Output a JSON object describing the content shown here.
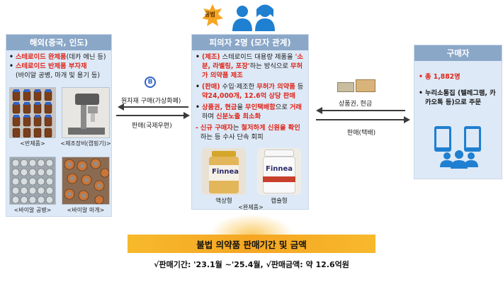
{
  "suspect_badge": "공범",
  "left": {
    "title": "해외(중국, 인도)",
    "item1_red": "스테로이드 완제품",
    "item1_rest": "(데카 에닌 등)",
    "item2_red": "스테로이드 반제품 부자재",
    "item2_rest": "(바이알 공병, 마개 및 용기 등)",
    "captions": [
      "<반제품>",
      "<제조장비(캡핑기)>",
      "<바이알 공병>",
      "<바이알 마개>"
    ]
  },
  "center": {
    "title": "피의자 2명 (모자 관계)",
    "b1_a": "(제조)",
    "b1_b": " 스테로이드 대용량 제품을 ",
    "b1_c": "'소분, 라벨링, 포장'",
    "b1_d": "하는 방식으로 ",
    "b1_e": "무허가 의약품 제조",
    "b2_a": "(판매)",
    "b2_b": " 수입·제조한 ",
    "b2_c": "무허가 의약품",
    "b2_d": " 등 ",
    "b2_e": "약24,000개, 12.6억 상당 판매",
    "b3_a": "상품권, 현금",
    "b3_b": "을 ",
    "b3_c": "무인택배함",
    "b3_d": "으로 ",
    "b3_e": "거래",
    "b3_f": "하며 ",
    "b3_g": "신분노출 최소화",
    "b4_a": "신규 구매자",
    "b4_b": "는 ",
    "b4_c": "철저하게 신원을 확인",
    "b4_d": "하는 등 수사 단속 회피",
    "product_caption1": "액상형",
    "product_caption2": "캡슐형",
    "product_brand": "Finnea",
    "finished_caption": "<완제품>"
  },
  "right": {
    "title": "구매자",
    "count": "총 1,882명",
    "channel": "누리소통집 (텔레그램, 카카오톡 등)으로 주문"
  },
  "arrows": {
    "bitcoin_symbol": "B",
    "purchase": "원자재 구매(가상화폐)",
    "sale_left": "판매(국제우편)",
    "payment": "상품권, 현금",
    "sale_right": "판매(택배)"
  },
  "summary": {
    "title": "불법 의약품 판매기간 및 금액",
    "detail": "√판매기간: '23.1월 ~'25.4월,  √판매금액: 약 12.6억원"
  }
}
